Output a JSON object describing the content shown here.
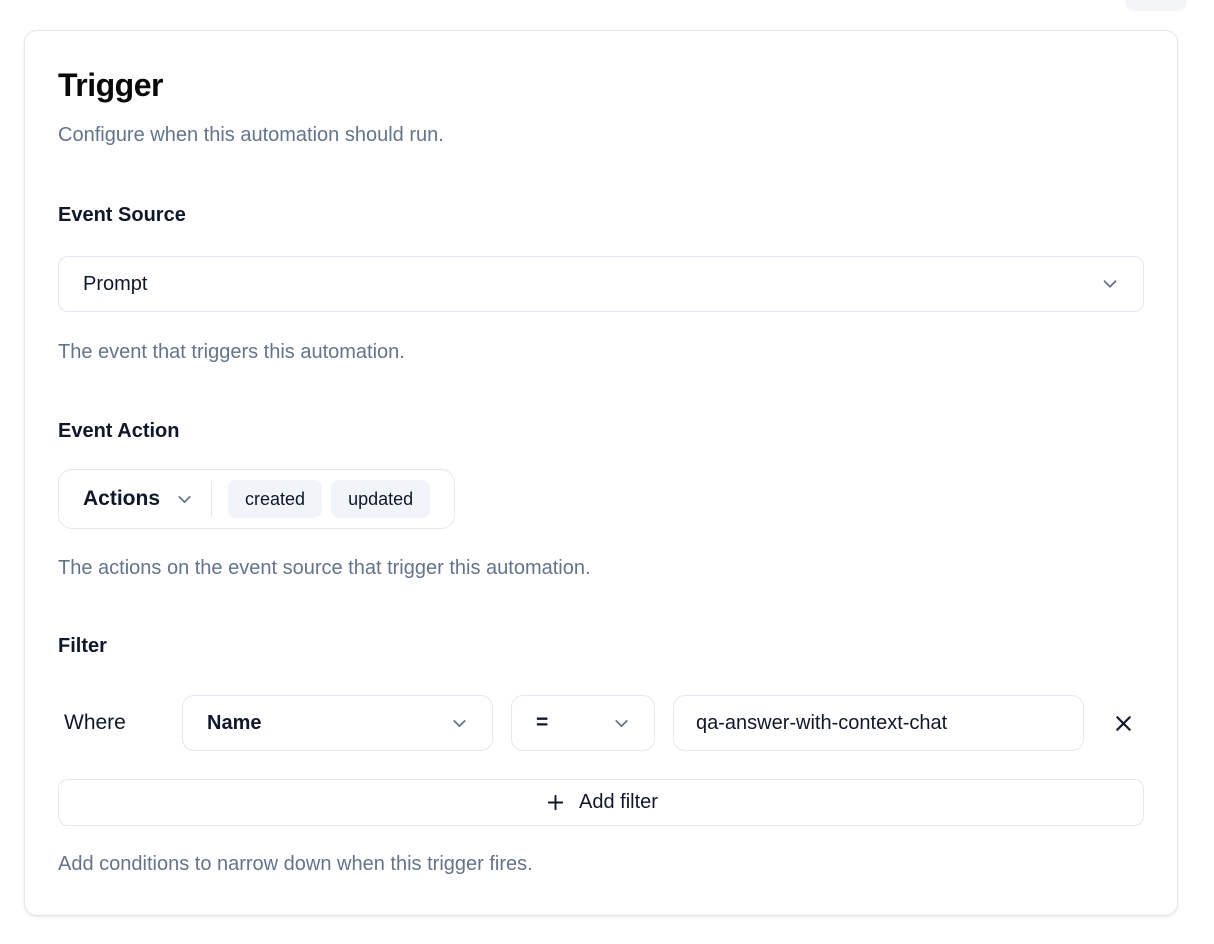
{
  "card": {
    "title": "Trigger",
    "subtitle": "Configure when this automation should run.",
    "event_source": {
      "label": "Event Source",
      "selected_value": "Prompt",
      "help": "The event that triggers this automation."
    },
    "event_action": {
      "label": "Event Action",
      "dropdown_label": "Actions",
      "chips": [
        "created",
        "updated"
      ],
      "help": "The actions on the event source that trigger this automation."
    },
    "filter": {
      "label": "Filter",
      "where_label": "Where",
      "field_selected": "Name",
      "operator_selected": "=",
      "value": "qa-answer-with-context-chat",
      "add_filter_label": "Add filter",
      "help": "Add conditions to narrow down when this trigger fires."
    }
  },
  "icons": {
    "event_source_dropdown": "chevron-down",
    "actions_dropdown": "chevron-down",
    "field_dropdown": "chevron-down",
    "operator_dropdown": "chevron-down",
    "remove_filter": "x",
    "add_filter": "plus"
  },
  "colors": {
    "text": "#0f172a",
    "muted_text": "#64748b",
    "border": "#e2e8f0",
    "chip_background": "#f1f5f9",
    "card_background": "#ffffff"
  }
}
